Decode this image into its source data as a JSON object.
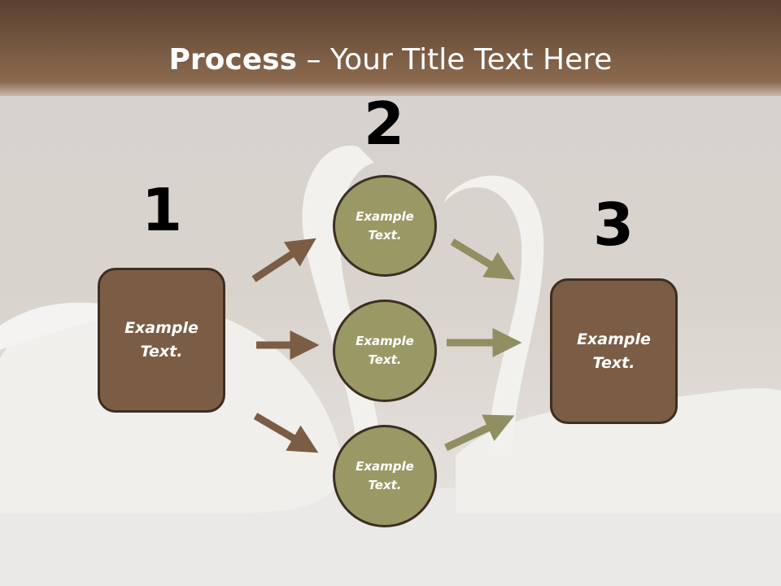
{
  "title": {
    "bold": "Process",
    "rest": " – Your Title Text Here"
  },
  "steps": [
    {
      "number": "1",
      "text": "Example\nText."
    },
    {
      "number": "2",
      "text": "Example\nText."
    },
    {
      "number": "3",
      "text": "Example\nText."
    }
  ],
  "circles": [
    {
      "text": "Example\nText."
    },
    {
      "text": "Example\nText."
    },
    {
      "text": "Example\nText."
    }
  ],
  "colors": {
    "header_gradient": [
      "#5c4030",
      "#8b6a4e"
    ],
    "box_fill": "#7b5d45",
    "box_border": "#3d2e22",
    "circle_fill": "#9a9966",
    "arrow_brown": "#7b5d45",
    "arrow_olive": "#8f8f62"
  }
}
